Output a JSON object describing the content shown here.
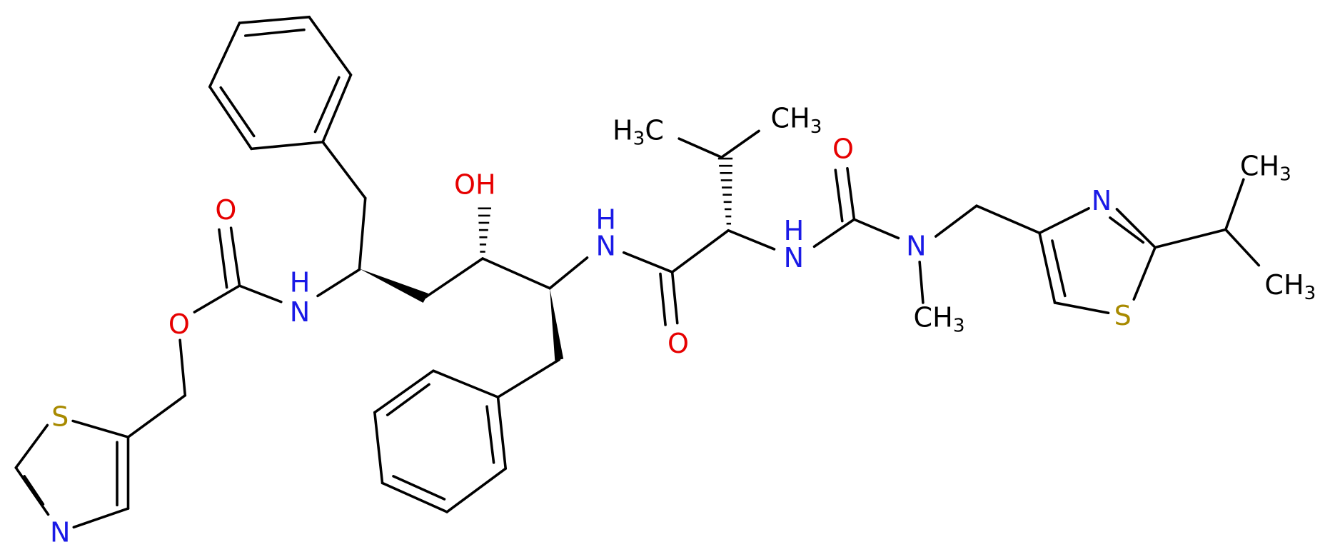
{
  "colors": {
    "bond": "#000000",
    "carbon": "#000000",
    "nitrogen": "#1a1ae6",
    "oxygen": "#e60000",
    "sulfur": "#a88a00"
  },
  "atoms": {
    "o_carbamate_carbonyl": {
      "symbol": "O"
    },
    "o_carbamate_ester": {
      "symbol": "O"
    },
    "s_thiazole_left": {
      "symbol": "S"
    },
    "n_thiazole_left": {
      "symbol": "N"
    },
    "nh_carbamate": {
      "symbol": "N",
      "h": "H"
    },
    "oh_hydroxyl": {
      "symbol": "O",
      "h": "H"
    },
    "nh_amide": {
      "symbol": "N",
      "h": "H"
    },
    "o_amide": {
      "symbol": "O"
    },
    "ch3_valine_left": {
      "symbol": "C",
      "h": "H",
      "sub": "3"
    },
    "ch3_valine_right": {
      "symbol": "C",
      "h": "H",
      "sub": "3"
    },
    "o_urea": {
      "symbol": "O"
    },
    "nh_urea": {
      "symbol": "N",
      "h": "H"
    },
    "n_urea_methylated": {
      "symbol": "N"
    },
    "ch3_n_methyl": {
      "symbol": "C",
      "h": "H",
      "sub": "3"
    },
    "n_thiazole_right": {
      "symbol": "N"
    },
    "s_thiazole_right": {
      "symbol": "S"
    },
    "ch3_isopropyl_top": {
      "symbol": "C",
      "h": "H",
      "sub": "3"
    },
    "ch3_isopropyl_bottom": {
      "symbol": "C",
      "h": "H",
      "sub": "3"
    }
  }
}
